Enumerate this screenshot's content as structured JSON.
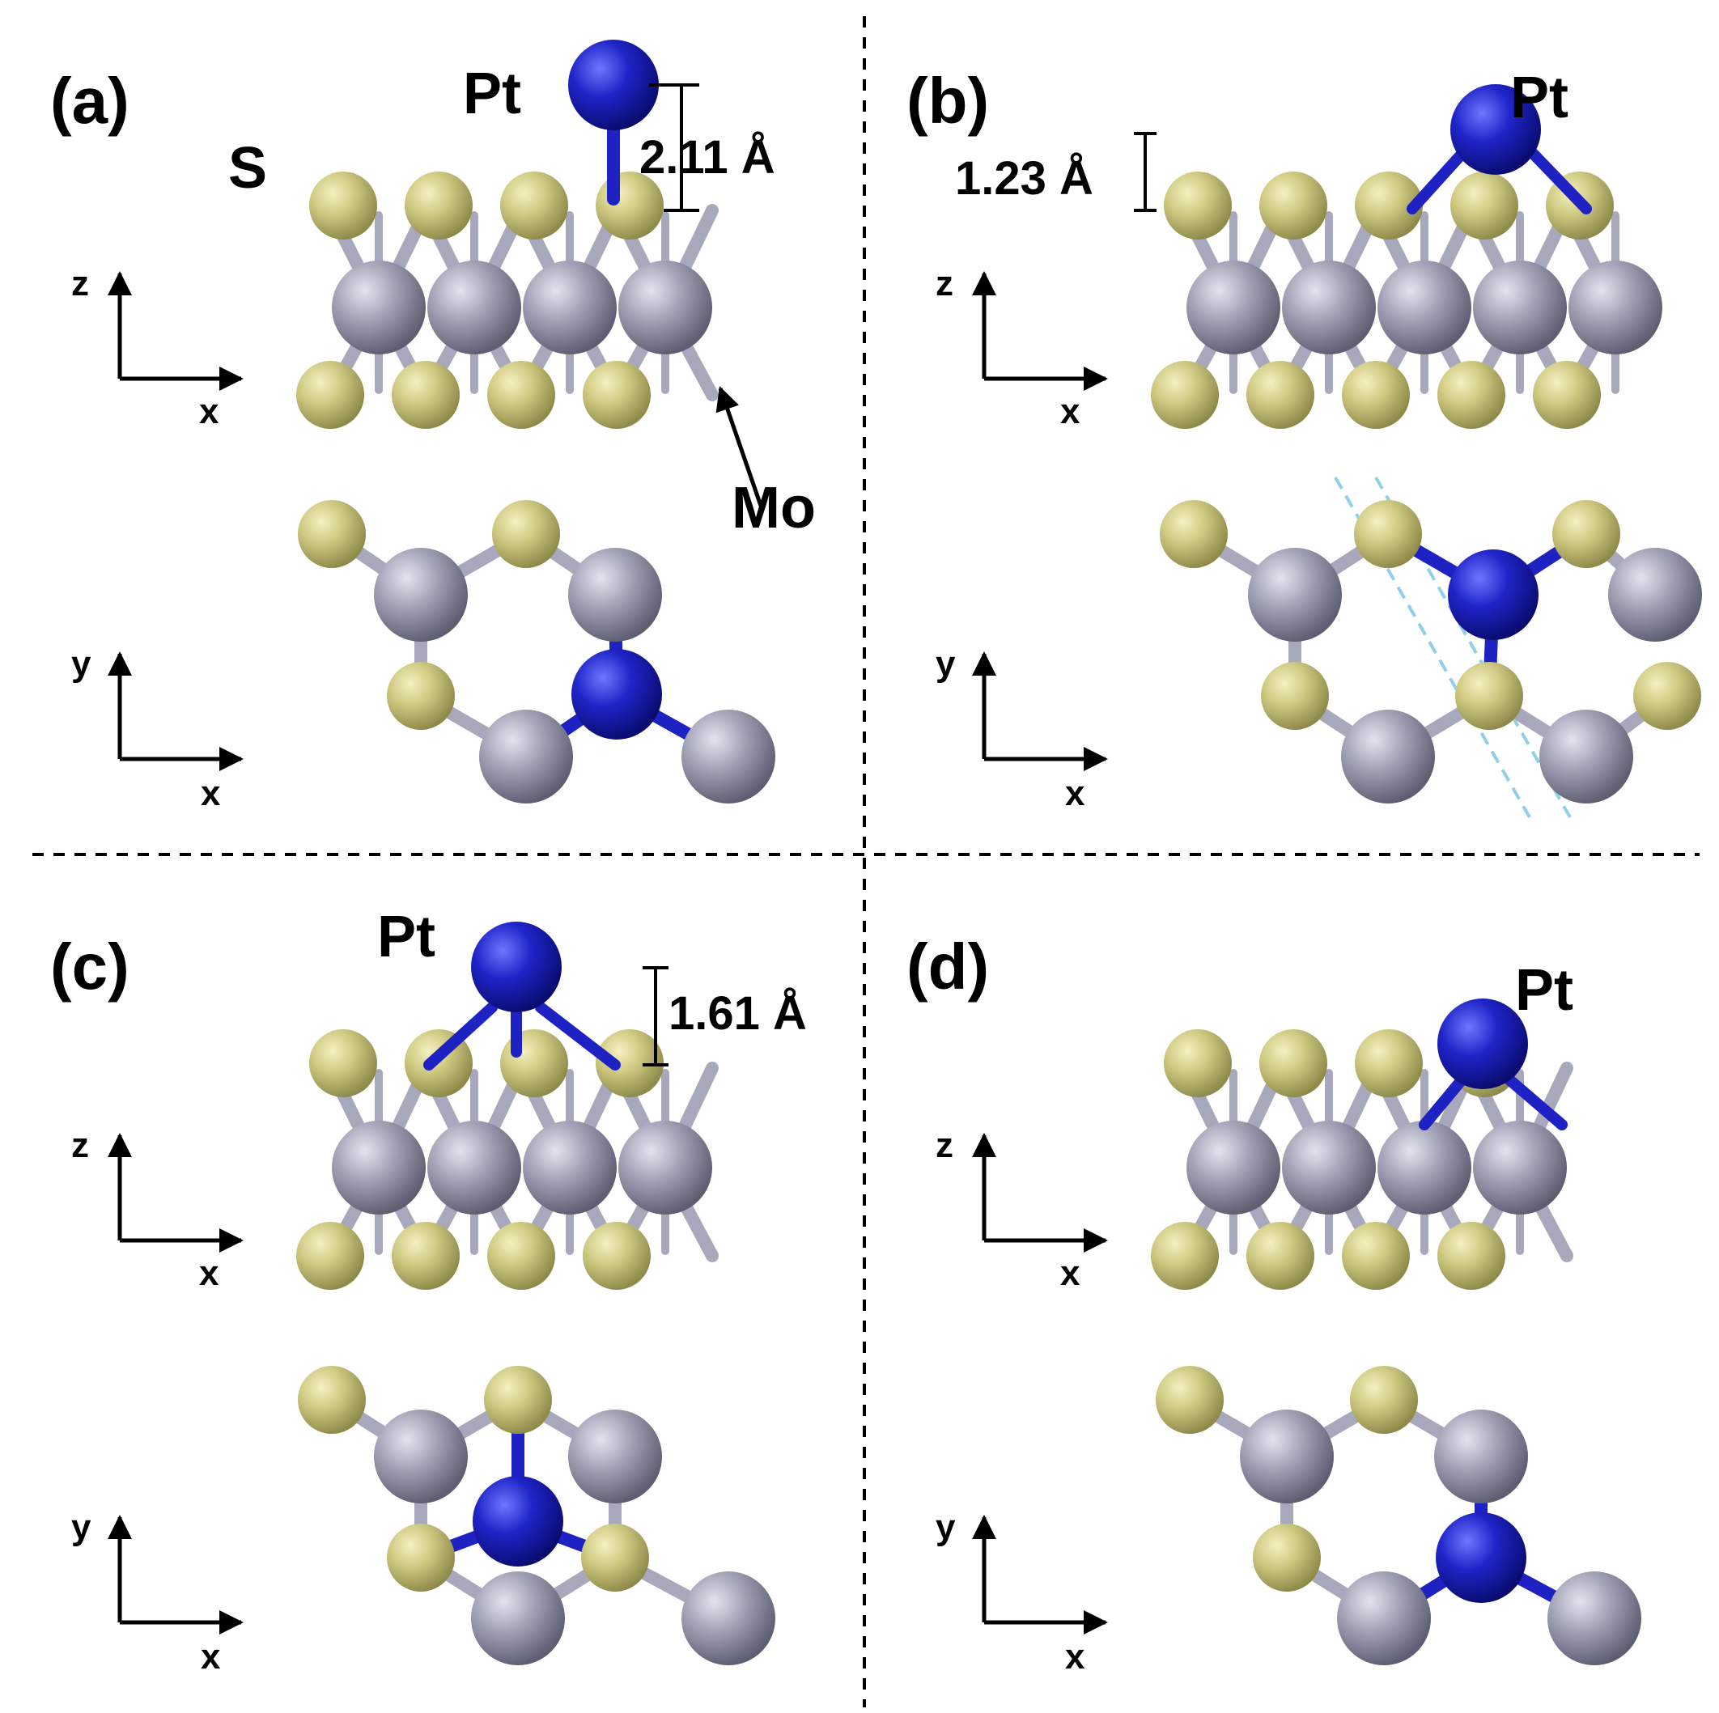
{
  "colors": {
    "S": "#c9c57a",
    "Mo": "#9c9cb0",
    "Pt": "#1e22c2",
    "bond": "#a8a8bc",
    "divider": "#000000",
    "guide": "#8fd0e8"
  },
  "panels": [
    {
      "id": "a",
      "label": "(a)",
      "pt_label": "Pt",
      "s_label": "S",
      "mo_label": "Mo",
      "dim_label": "2.11 Å",
      "side_axes": {
        "v": "z",
        "h": "x"
      },
      "top_axes": {
        "v": "y",
        "h": "x"
      }
    },
    {
      "id": "b",
      "label": "(b)",
      "pt_label": "Pt",
      "dim_label": "1.23 Å",
      "side_axes": {
        "v": "z",
        "h": "x"
      },
      "top_axes": {
        "v": "y",
        "h": "x"
      }
    },
    {
      "id": "c",
      "label": "(c)",
      "pt_label": "Pt",
      "dim_label": "1.61 Å",
      "side_axes": {
        "v": "z",
        "h": "x"
      },
      "top_axes": {
        "v": "y",
        "h": "x"
      }
    },
    {
      "id": "d",
      "label": "(d)",
      "pt_label": "Pt",
      "side_axes": {
        "v": "z",
        "h": "x"
      },
      "top_axes": {
        "v": "y",
        "h": "x"
      }
    }
  ]
}
